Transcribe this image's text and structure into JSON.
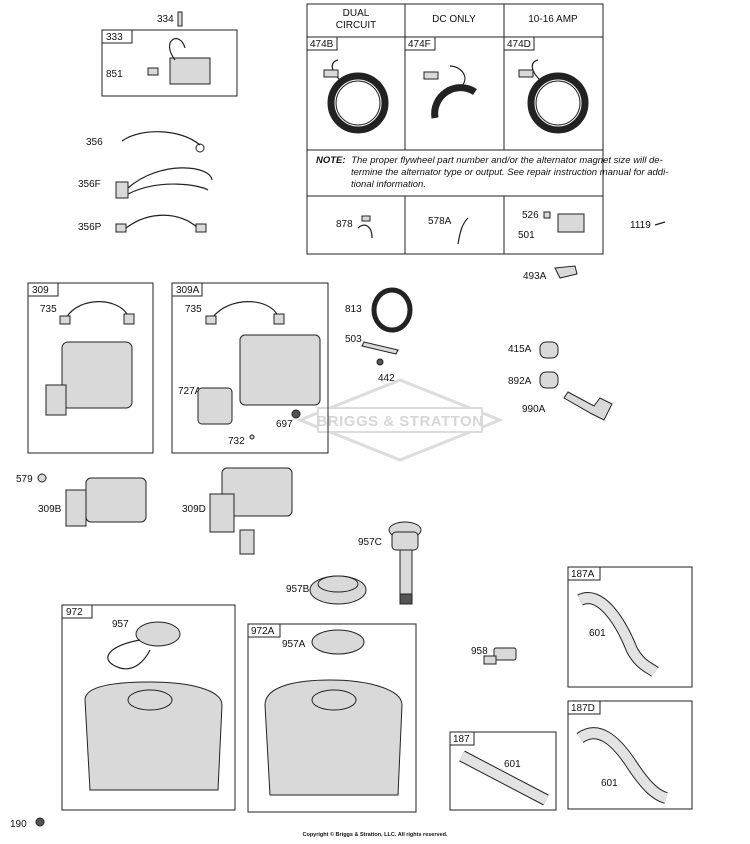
{
  "table": {
    "headers": [
      "DUAL\nCIRCUIT",
      "DC ONLY",
      "10-16 AMP"
    ],
    "cells": [
      "474B",
      "474F",
      "474D"
    ],
    "note_label": "NOTE:",
    "note_lines": [
      "The proper flywheel part number and/or the alternator magnet size will de-",
      "termine the alternator type or output. See repair instruction manual for addi-",
      "tional information."
    ],
    "bottom_labels": [
      "878",
      "578A",
      "526",
      "501",
      "1119"
    ]
  },
  "boxes": [
    "333",
    "309",
    "309A",
    "972",
    "972A",
    "187A",
    "187",
    "187D"
  ],
  "labels": [
    "334",
    "851",
    "356",
    "356F",
    "356P",
    "493A",
    "735",
    "735",
    "813",
    "503",
    "442",
    "415A",
    "892A",
    "990A",
    "727A",
    "697",
    "732",
    "579",
    "309B",
    "309D",
    "957C",
    "957B",
    "957",
    "957A",
    "958",
    "601",
    "601",
    "601",
    "190"
  ],
  "watermark": "BRIGGS & STRATTON",
  "copyright": "Copyright © Briggs & Stratton, LLC. All rights reserved."
}
